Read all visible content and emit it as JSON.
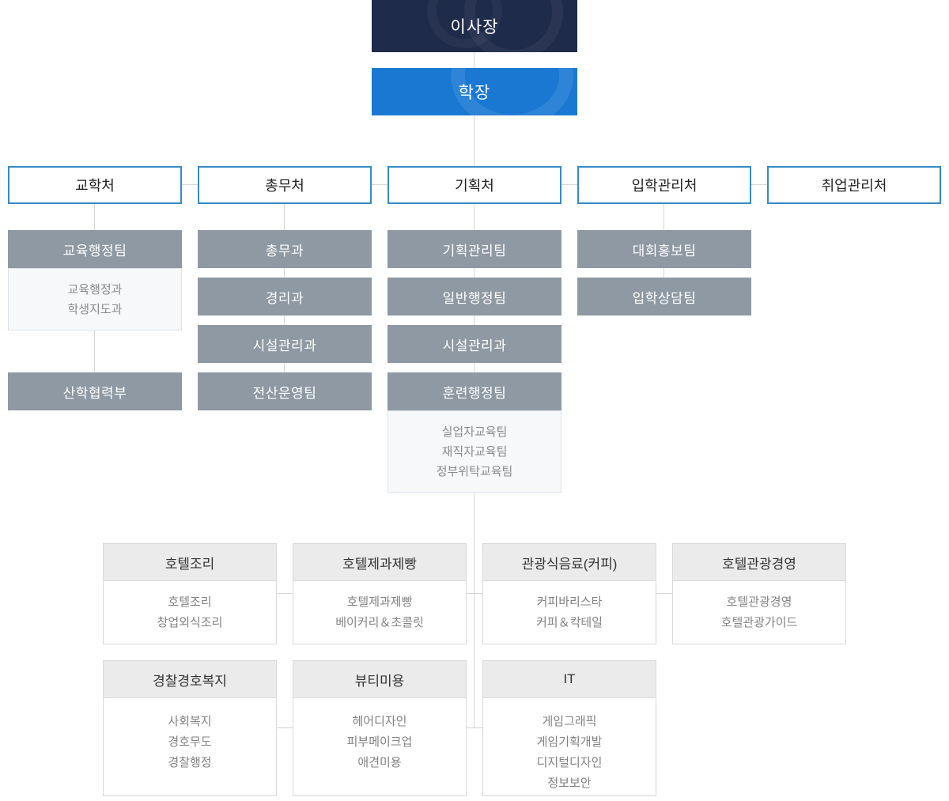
{
  "top": {
    "chairman": "이사장",
    "dean": "학장"
  },
  "offices": [
    {
      "name": "교학처"
    },
    {
      "name": "총무처"
    },
    {
      "name": "기획처"
    },
    {
      "name": "입학관리처"
    },
    {
      "name": "취업관리처"
    }
  ],
  "teams": {
    "gyohak": {
      "team1": "교육행정팀",
      "team1_subs": [
        "교육행정과",
        "학생지도과"
      ],
      "team2": "산학협력부"
    },
    "chongmu": {
      "items": [
        "총무과",
        "경리과",
        "시설관리과",
        "전산운영팀"
      ]
    },
    "gihoek": {
      "items": [
        "기획관리팀",
        "일반행정팀",
        "시설관리과",
        "훈련행정팀"
      ],
      "subs": [
        "실업자교육팀",
        "재직자교육팀",
        "정부위탁교육팀"
      ]
    },
    "iphak": {
      "items": [
        "대회홍보팀",
        "입학상담팀"
      ]
    }
  },
  "majors_row1": [
    {
      "name": "호텔조리",
      "courses": [
        "호텔조리",
        "창업외식조리"
      ]
    },
    {
      "name": "호텔제과제빵",
      "courses": [
        "호텔제과제빵",
        "베이커리＆초콜릿"
      ]
    },
    {
      "name": "관광식음료(커피)",
      "courses": [
        "커피바리스타",
        "커피＆칵테일"
      ]
    },
    {
      "name": "호텔관광경영",
      "courses": [
        "호텔관광경영",
        "호텔관광가이드"
      ]
    }
  ],
  "majors_row2": [
    {
      "name": "경찰경호복지",
      "courses": [
        "사회복지",
        "경호무도",
        "경찰행정"
      ]
    },
    {
      "name": "뷰티미용",
      "courses": [
        "헤어디자인",
        "피부메이크업",
        "애견미용"
      ]
    },
    {
      "name": "IT",
      "courses": [
        "게임그래픽",
        "게임기획개발",
        "디지털디자인",
        "정보보안"
      ]
    }
  ],
  "colors": {
    "chairman_bg": "#1f2b4a",
    "dean_bg": "#1a78d2",
    "office_border": "#368bc5",
    "team_bg": "#8e99a3",
    "subbox_bg": "#f7f8f9",
    "subbox_border": "#dce3ea",
    "major_header_bg": "#ebebeb",
    "major_border": "#d9d9d9",
    "connector": "#d6d6d6"
  }
}
